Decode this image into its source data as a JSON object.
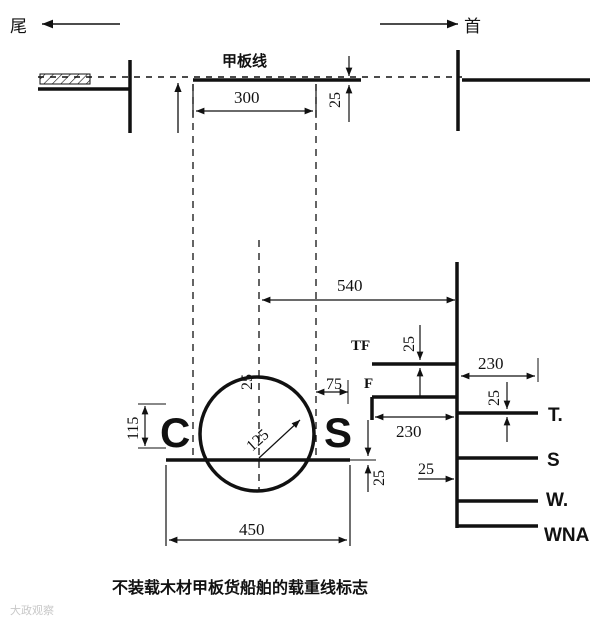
{
  "directions": {
    "stern": "尾",
    "bow": "首"
  },
  "deck_line_label": "甲板线",
  "dims": {
    "d300": "300",
    "d25_deck": "25",
    "d540": "540",
    "d25_vertical": "25",
    "d75": "75",
    "d115": "115",
    "d125": "125",
    "d450": "450",
    "d25_ring": "25",
    "d230_top": "230",
    "d230_left": "230",
    "d25_tf": "25",
    "d25_t": "25",
    "d25_s": "25"
  },
  "letters": {
    "c": "C",
    "s": "S"
  },
  "marks": {
    "tf": "TF",
    "f": "F",
    "t": "T.",
    "s": "S",
    "w": "W.",
    "wna": "WNA"
  },
  "caption": "不装载木材甲板货船舶的载重线标志",
  "watermark": "大政观察"
}
